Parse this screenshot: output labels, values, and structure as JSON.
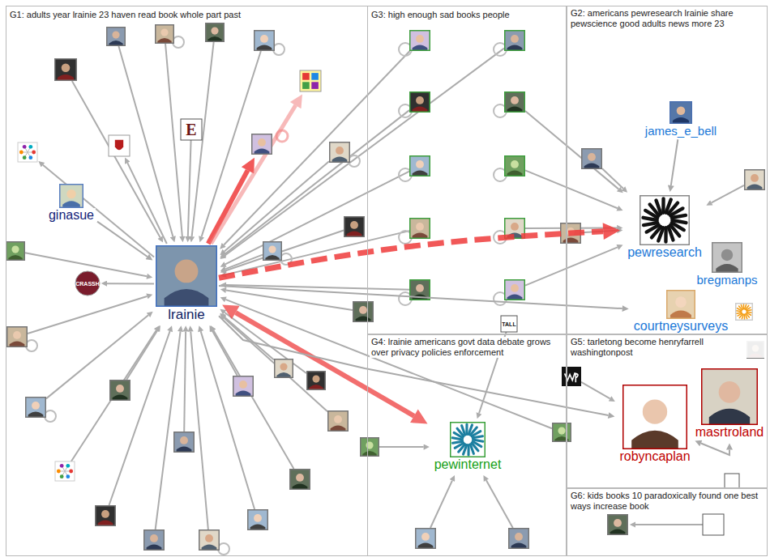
{
  "diagram": {
    "nodes": [
      {
        "text": [
          "G1: adults year lrainie 23 haven read book whole part past"
        ]
      },
      {
        "text": [
          "ginasue"
        ],
        "in": 0
      },
      {
        "text": [
          "lrainie"
        ],
        "in": 0
      },
      {
        "text": [
          "G3: high enough sad books people"
        ]
      },
      {
        "text": [
          "G2: americans pewresearch lrainie share pewscience good adults news more 23"
        ]
      },
      {
        "text": [
          "james_e_bell"
        ],
        "in": 4
      },
      {
        "text": [
          "pewresearch"
        ],
        "in": 4
      },
      {
        "text": [
          "bregmanps"
        ],
        "in": 4
      },
      {
        "text": [
          "G4: lrainie americans govt data debate grows over privacy policies enforcement"
        ]
      },
      {
        "text": [
          "pewinternet"
        ],
        "in": 8
      },
      {
        "text": [
          "G5: tarletong become henryfarrell washingtonpost"
        ]
      },
      {
        "text": [
          "courtneysurveys"
        ],
        "in": 10
      },
      {
        "text": [
          "robyncaplan"
        ],
        "in": 10
      },
      {
        "text": [
          "masrtroland"
        ],
        "in": 10
      },
      {
        "text": [
          "G6: kids books 10 paradoxically found one best ways increase book"
        ]
      }
    ],
    "edges": [
      {
        "from": 2,
        "to": 6,
        "arrow": "to"
      },
      {
        "from": 9,
        "to": 2,
        "arrow": "both"
      },
      {
        "from": 1,
        "to": 2,
        "arrow": "to"
      },
      {
        "from": 5,
        "to": 6,
        "arrow": "to"
      },
      {
        "from": 2,
        "to": 11,
        "arrow": "to"
      },
      {
        "from": 2,
        "to": 12,
        "arrow": "to"
      },
      {
        "from": 13,
        "to": 12,
        "arrow": "both"
      }
    ],
    "labels": [
      "E",
      "CRASSH",
      "TALL"
    ]
  }
}
